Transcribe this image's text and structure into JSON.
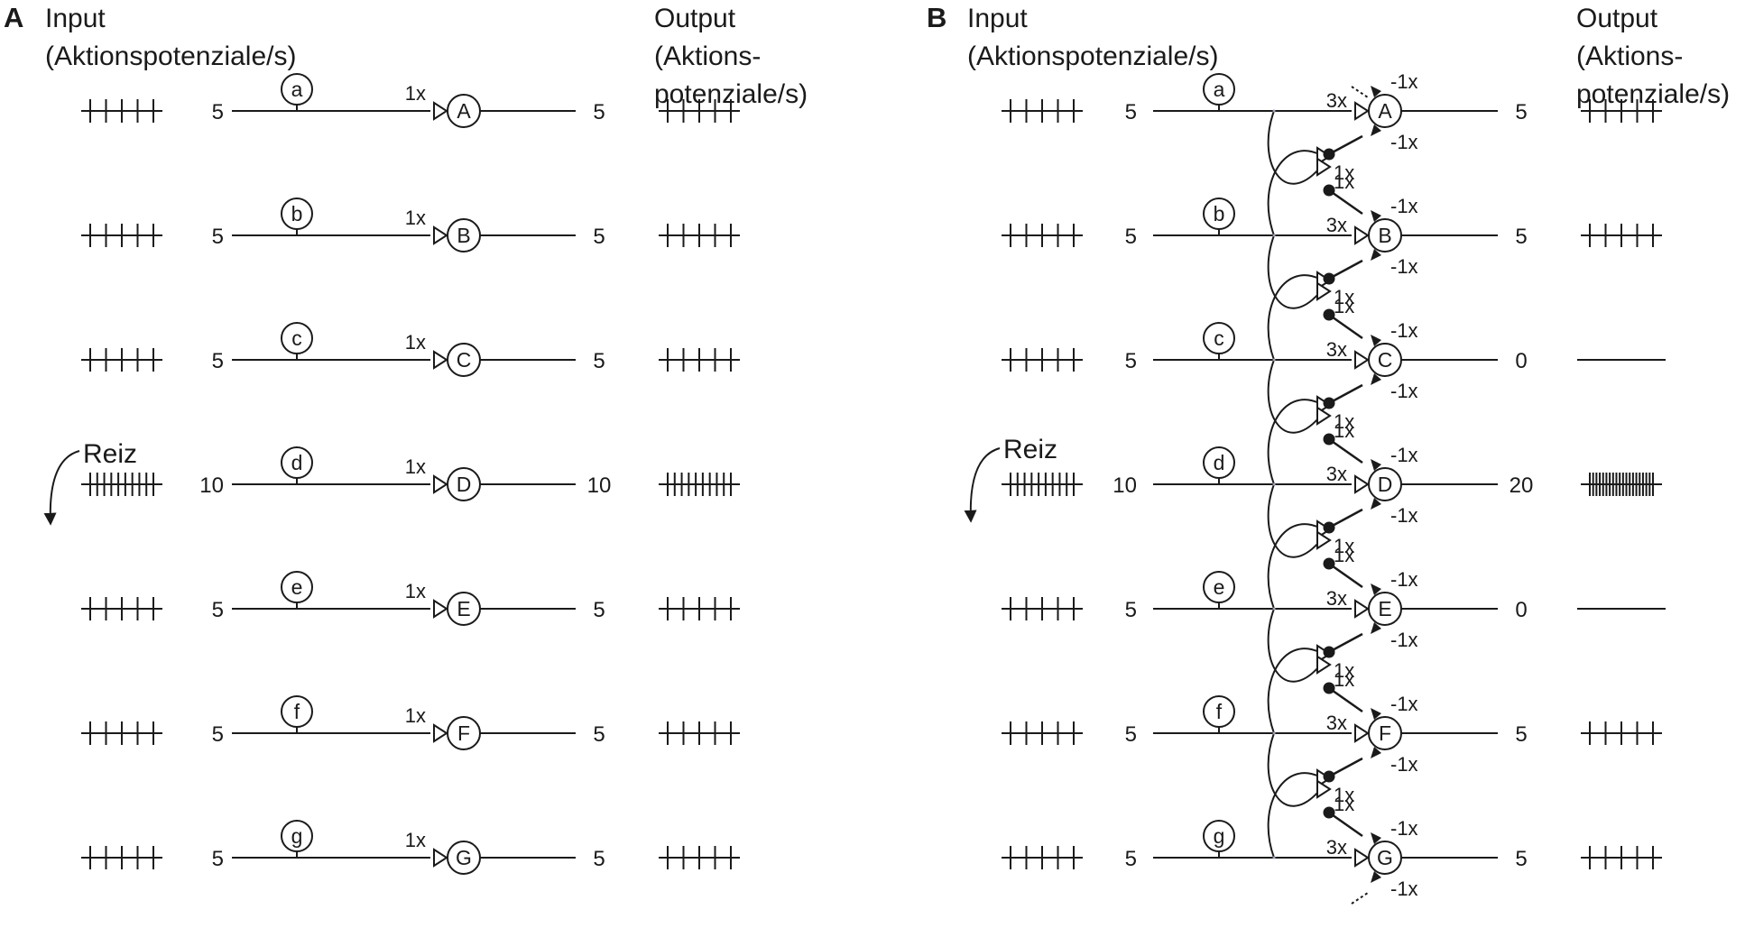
{
  "panels": [
    {
      "id": "A",
      "letter": "A",
      "input_title": [
        "Input",
        "(Aktionspotenziale/s)"
      ],
      "output_title": [
        "Output",
        "(Aktions-",
        "potenziale/s)"
      ],
      "stimulus_label": "Reiz",
      "neurons": [
        {
          "input": "a",
          "output": "A",
          "in_rate": "5",
          "in_spikes": 5,
          "weight": "1x",
          "out_rate": "5",
          "out_spikes": 5
        },
        {
          "input": "b",
          "output": "B",
          "in_rate": "5",
          "in_spikes": 5,
          "weight": "1x",
          "out_rate": "5",
          "out_spikes": 5
        },
        {
          "input": "c",
          "output": "C",
          "in_rate": "5",
          "in_spikes": 5,
          "weight": "1x",
          "out_rate": "5",
          "out_spikes": 5
        },
        {
          "input": "d",
          "output": "D",
          "in_rate": "10",
          "in_spikes": 10,
          "weight": "1x",
          "out_rate": "10",
          "out_spikes": 10
        },
        {
          "input": "e",
          "output": "E",
          "in_rate": "5",
          "in_spikes": 5,
          "weight": "1x",
          "out_rate": "5",
          "out_spikes": 5
        },
        {
          "input": "f",
          "output": "F",
          "in_rate": "5",
          "in_spikes": 5,
          "weight": "1x",
          "out_rate": "5",
          "out_spikes": 5
        },
        {
          "input": "g",
          "output": "G",
          "in_rate": "5",
          "in_spikes": 5,
          "weight": "1x",
          "out_rate": "5",
          "out_spikes": 5
        }
      ]
    },
    {
      "id": "B",
      "letter": "B",
      "input_title": [
        "Input",
        "(Aktionspotenziale/s)"
      ],
      "output_title": [
        "Output",
        "(Aktions-",
        "potenziale/s)"
      ],
      "stimulus_label": "Reiz",
      "lateral_excitatory_weight": "1x",
      "inhibitory_weight": "-1x",
      "neurons": [
        {
          "input": "a",
          "output": "A",
          "in_rate": "5",
          "in_spikes": 5,
          "weight": "3x",
          "out_rate": "5",
          "out_spikes": 5
        },
        {
          "input": "b",
          "output": "B",
          "in_rate": "5",
          "in_spikes": 5,
          "weight": "3x",
          "out_rate": "5",
          "out_spikes": 5
        },
        {
          "input": "c",
          "output": "C",
          "in_rate": "5",
          "in_spikes": 5,
          "weight": "3x",
          "out_rate": "0",
          "out_spikes": 0
        },
        {
          "input": "d",
          "output": "D",
          "in_rate": "10",
          "in_spikes": 10,
          "weight": "3x",
          "out_rate": "20",
          "out_spikes": 20
        },
        {
          "input": "e",
          "output": "E",
          "in_rate": "5",
          "in_spikes": 5,
          "weight": "3x",
          "out_rate": "0",
          "out_spikes": 0
        },
        {
          "input": "f",
          "output": "F",
          "in_rate": "5",
          "in_spikes": 5,
          "weight": "3x",
          "out_rate": "5",
          "out_spikes": 5
        },
        {
          "input": "g",
          "output": "G",
          "in_rate": "5",
          "in_spikes": 5,
          "weight": "3x",
          "out_rate": "5",
          "out_spikes": 5
        }
      ]
    }
  ]
}
